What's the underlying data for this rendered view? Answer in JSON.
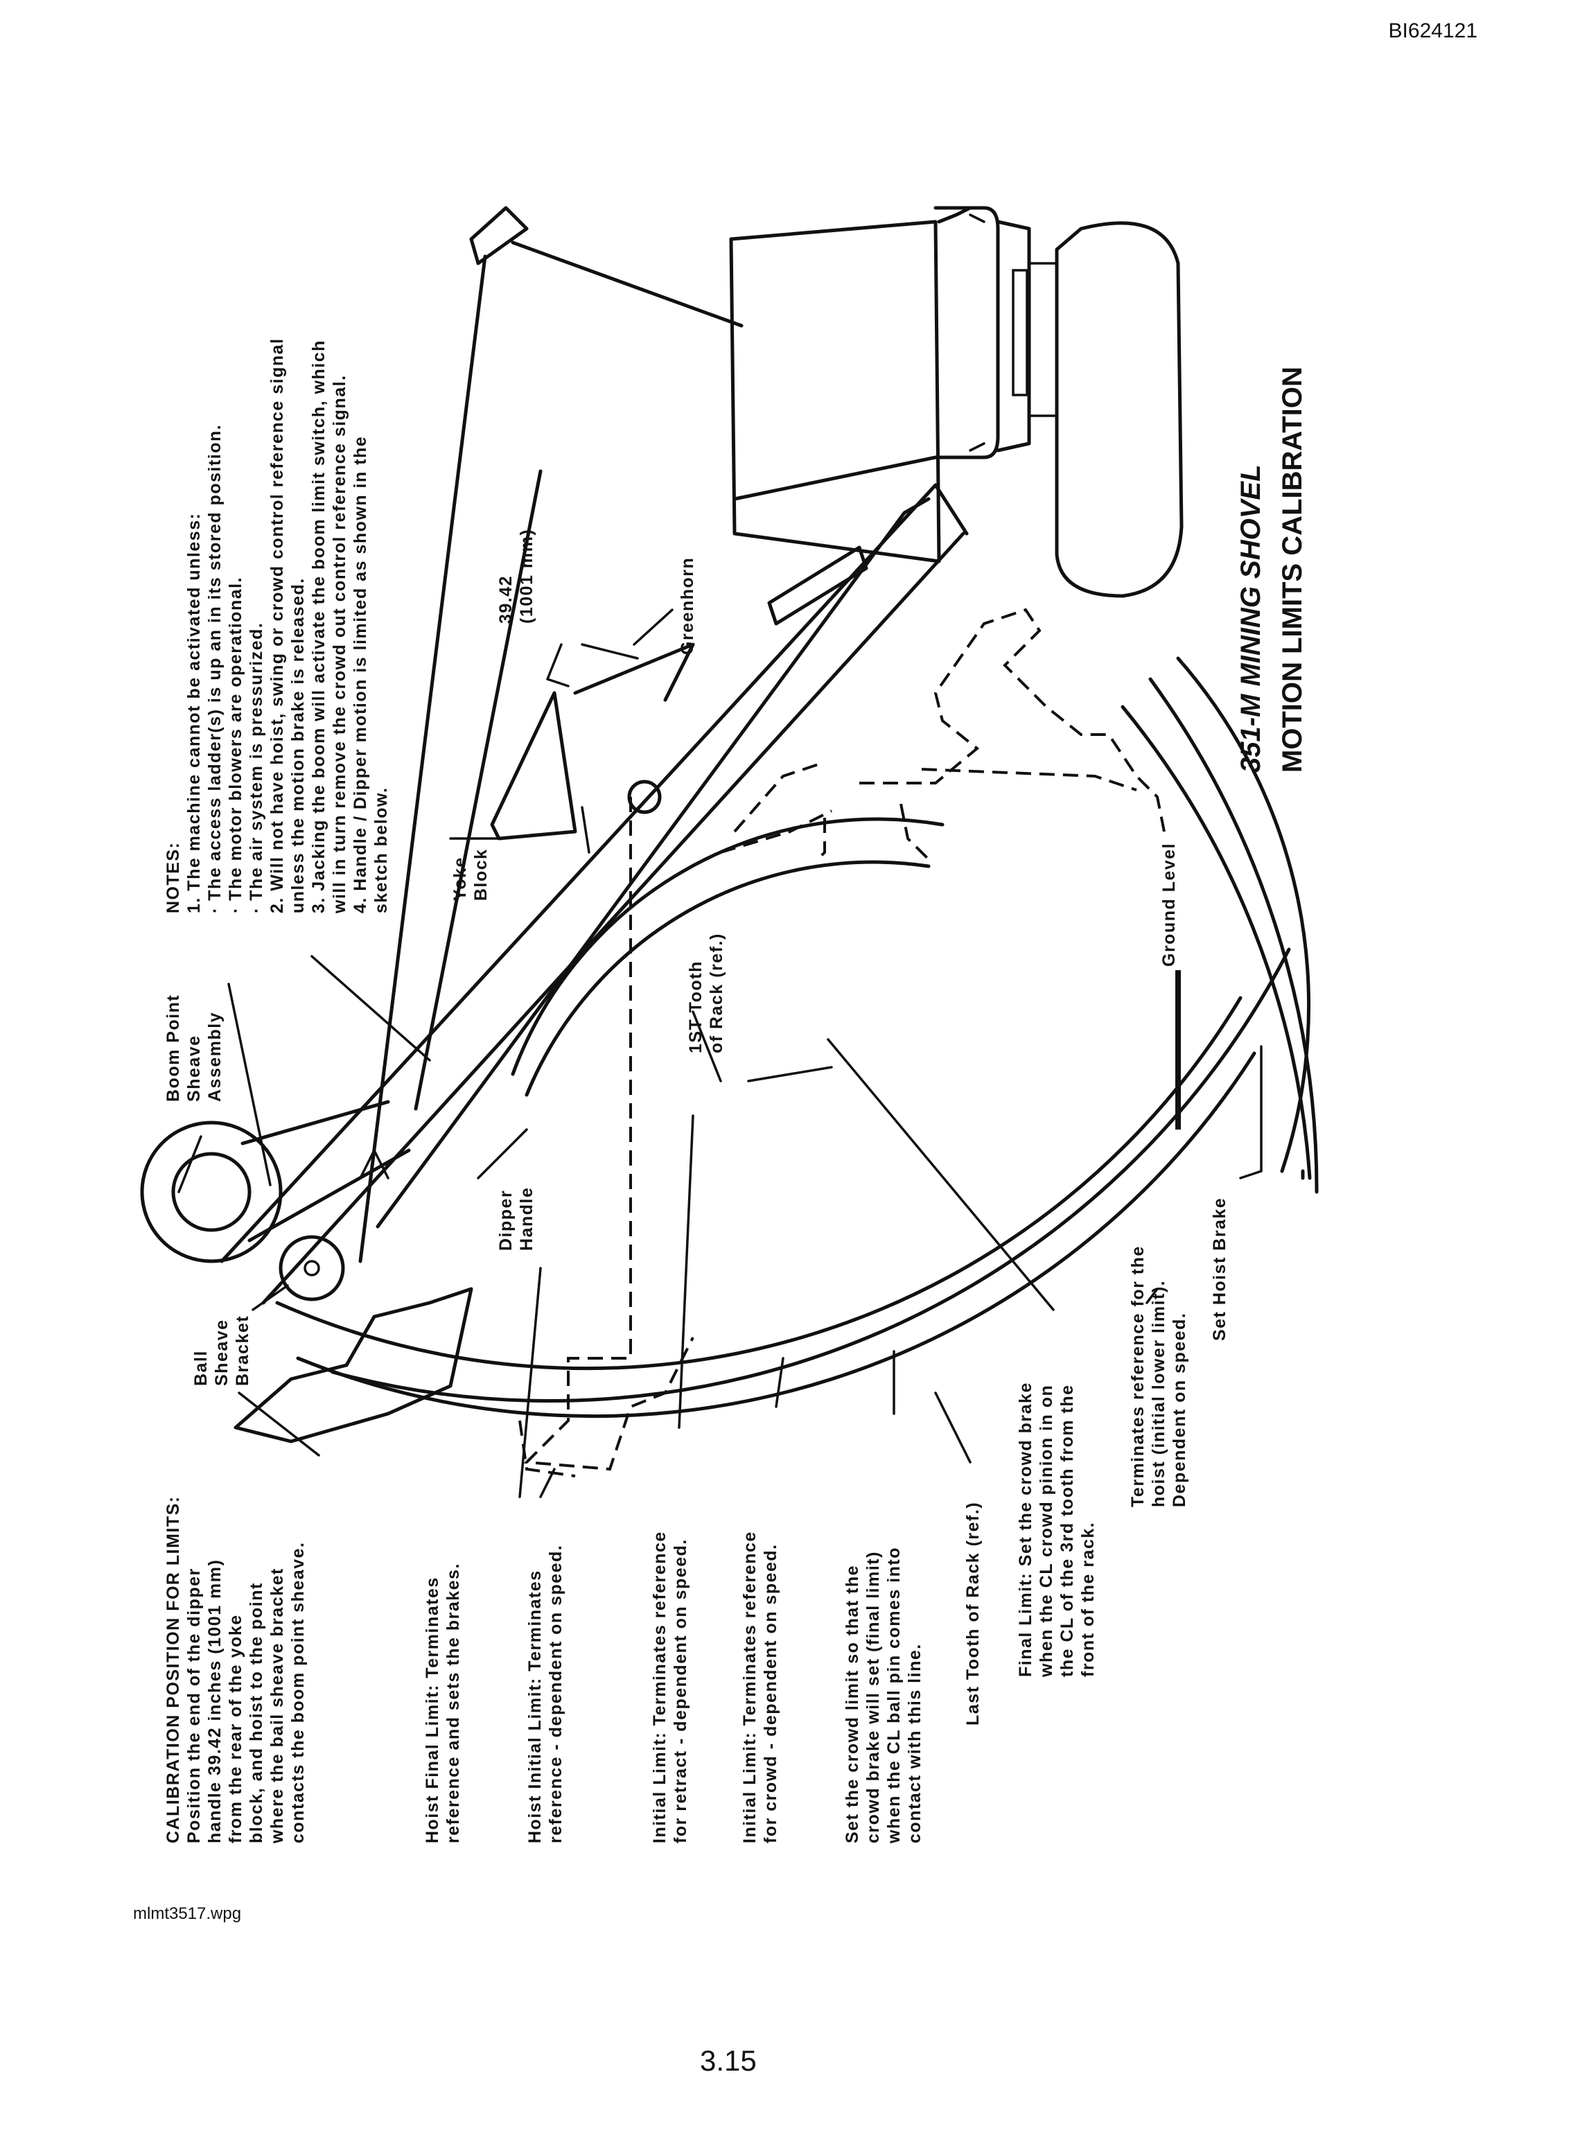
{
  "header": {
    "doc_id": "BI624121"
  },
  "footer": {
    "file_name": "mlmt3517.wpg",
    "page_number": "3.15"
  },
  "title": {
    "line1": "351-M MINING SHOVEL",
    "line2": "MOTION LIMITS CALIBRATION"
  },
  "notes": [
    "NOTES:",
    "1. The machine cannot be activated unless:",
    "  · The access ladder(s) is up an in its stored position.",
    "  · The motor blowers are operational.",
    "  · The air system is pressurized.",
    "2. Will not have hoist, swing or crowd control reference signal",
    "unless the motion brake is released.",
    "3. Jacking the boom will activate the boom limit switch, which",
    "will in turn remove the crowd out control reference signal.",
    "4. Handle / Dipper motion is limited as shown in the",
    "sketch below."
  ],
  "calibration": [
    "CALIBRATION POSITION FOR LIMITS:",
    "Position the end of the dipper",
    "handle 39.42 inches (1001 mm)",
    "from the rear of the yoke",
    "block, and hoist to the point",
    "where the bail sheave bracket",
    "contacts the boom point sheave."
  ],
  "labels": {
    "boom_point": [
      "Boom Point",
      "Sheave",
      "Assembly"
    ],
    "ball_sheave": [
      "Ball",
      "Sheave",
      "Bracket"
    ],
    "dipper_handle": [
      "Dipper",
      "Handle"
    ],
    "yoke_block": [
      "Yoke",
      "Block"
    ],
    "dimension": [
      "39.42",
      "(1001 mm)"
    ],
    "greenhorn": "Greenhorn",
    "first_tooth": [
      "1ST Tooth",
      "of Rack (ref.)"
    ],
    "ground_level": "Ground Level",
    "hoist_final": [
      "Hoist Final Limit: Terminates",
      "reference and sets the brakes."
    ],
    "hoist_initial": [
      "Hoist Initial Limit: Terminates",
      "reference - dependent on speed."
    ],
    "initial_retract": [
      "Initial Limit: Terminates reference",
      "for retract - dependent on speed."
    ],
    "initial_crowd": [
      "Initial Limit: Terminates reference",
      "for crowd - dependent on speed."
    ],
    "set_crowd": [
      "Set the crowd limit so that the",
      "crowd brake will set (final limit)",
      "when the CL ball pin comes into",
      "contact with this line."
    ],
    "last_tooth": "Last Tooth of Rack (ref.)",
    "final_limit": [
      "Final Limit: Set the crowd brake",
      "when the CL crowd pinion in on",
      "the CL of the 3rd tooth from the",
      "front of the rack."
    ],
    "terminates_hoist": [
      "Terminates reference for the",
      "hoist (initial lower limit).",
      "Dependent on speed."
    ],
    "set_hoist_brake": "Set Hoist Brake"
  }
}
